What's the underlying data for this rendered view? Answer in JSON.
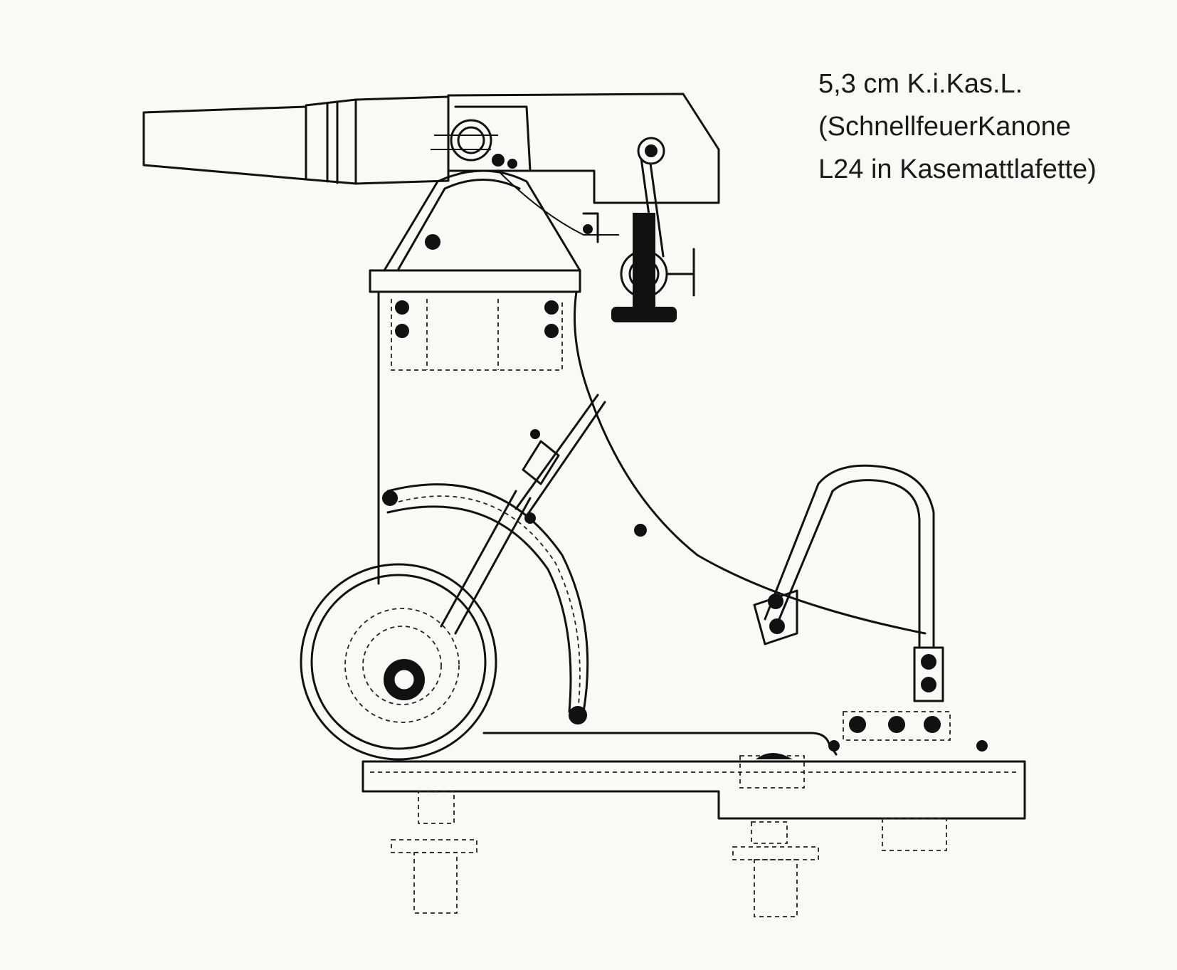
{
  "caption": {
    "line1": "5,3 cm K.i.Kas.L.",
    "line2": "(SchnellfeuerKanone",
    "line3": "L24 in Kasemattlafette)"
  },
  "colors": {
    "paper": "#f9f9f8",
    "ink": "#111111"
  }
}
